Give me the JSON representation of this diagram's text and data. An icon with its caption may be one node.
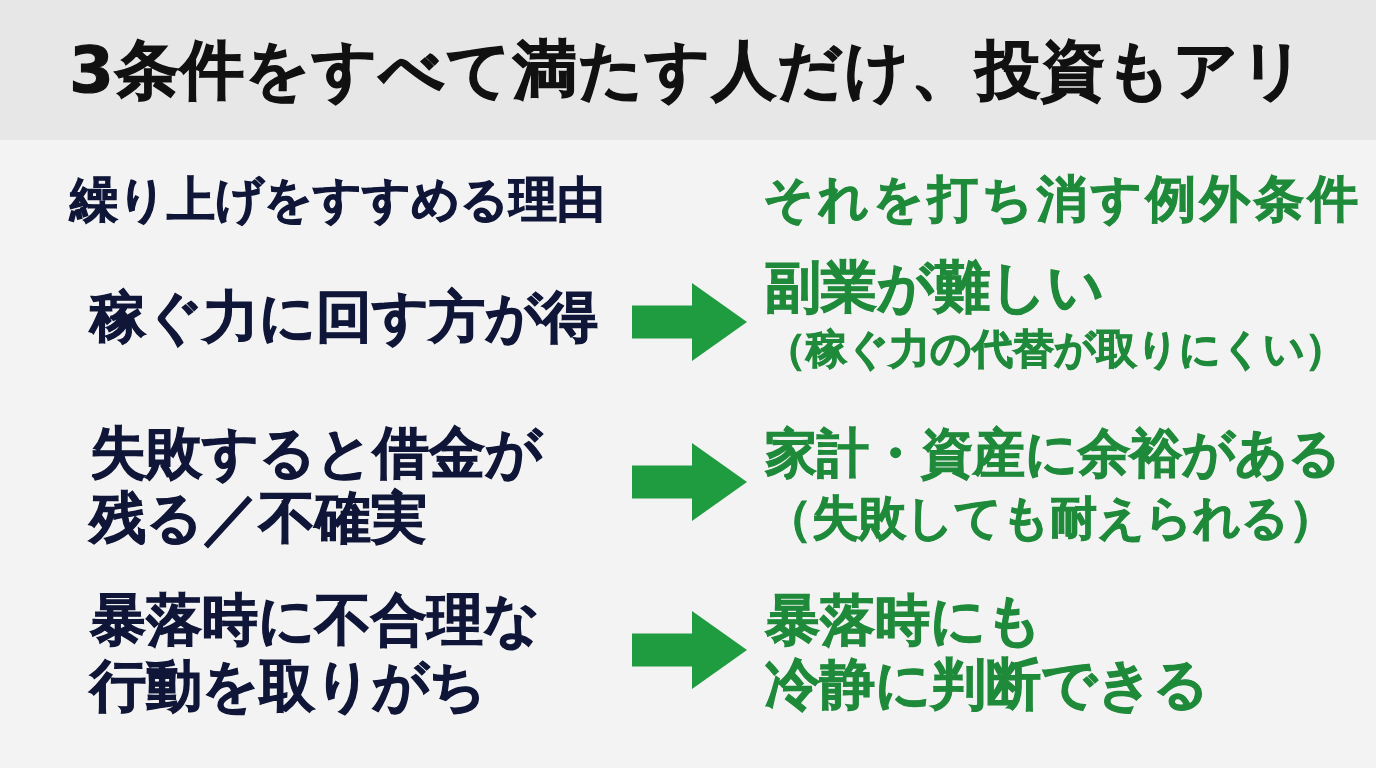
{
  "diagram": {
    "title": "3条件をすべて満たす人だけ、投資もアリ",
    "nodes": [
      {
        "text": [
          "稼ぐ力に回す方が得"
        ]
      },
      {
        "text": [
          "副業が難しい",
          "（稼ぐ力の代替が取りにくい）"
        ]
      },
      {
        "text": [
          "失敗すると借金が残る／不確実"
        ]
      },
      {
        "text": [
          "家計・資産に余裕がある",
          "（失敗しても耐えられる）"
        ]
      },
      {
        "text": [
          "暴落時に不合理な行動を取りがち"
        ]
      },
      {
        "text": [
          "暴落時にも冷静に判断できる"
        ]
      }
    ],
    "edges": [
      {
        "from": 0,
        "to": 1,
        "arrow": "to"
      },
      {
        "from": 2,
        "to": 3,
        "arrow": "to"
      },
      {
        "from": 4,
        "to": 5,
        "arrow": "to"
      }
    ],
    "labels": [
      "繰り上げをすすめる理由",
      "それを打ち消す例外条件"
    ]
  }
}
